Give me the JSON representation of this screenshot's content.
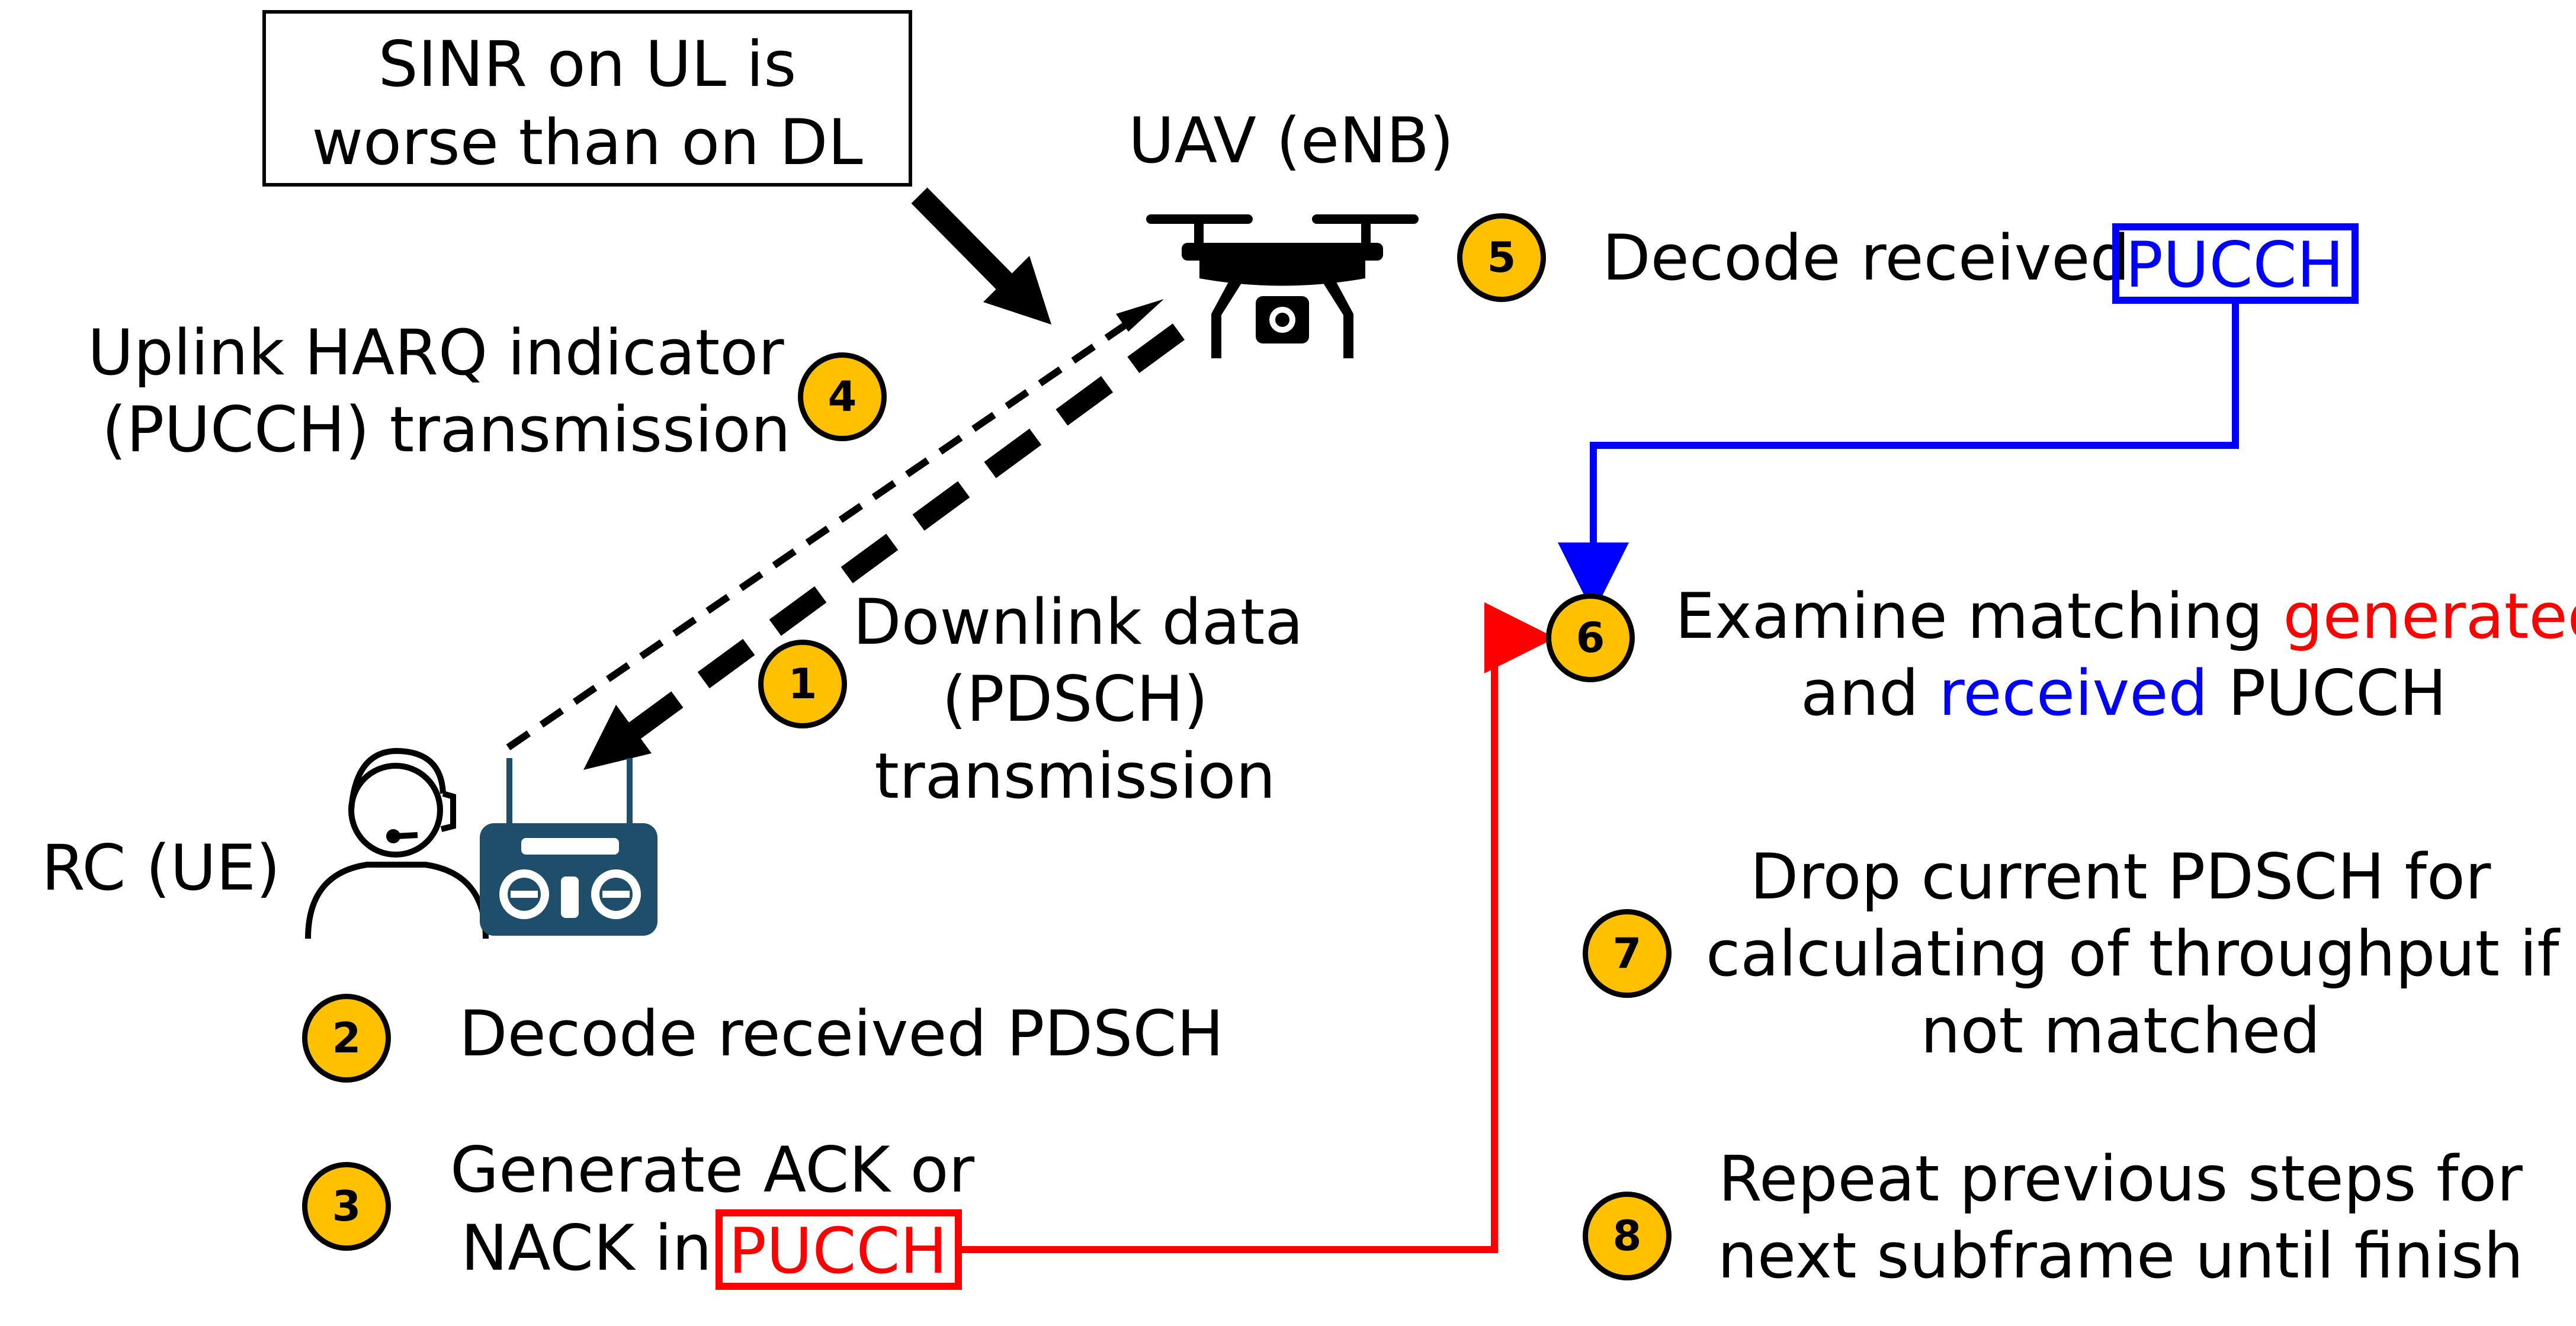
{
  "note": {
    "line1": "SINR on UL is",
    "line2": "worse than on DL"
  },
  "uav_label": "UAV (eNB)",
  "rc_label": "RC (UE)",
  "colors": {
    "badge": "#FFC000",
    "blue": "#0000FF",
    "red": "#FF0000",
    "controller": "#1F4E6B"
  },
  "steps": {
    "s1": {
      "num": "1",
      "line1": "Downlink data",
      "line2": "(PDSCH)",
      "line3": "transmission"
    },
    "s2": {
      "num": "2",
      "text": "Decode received PDSCH"
    },
    "s3": {
      "num": "3",
      "line1": "Generate ACK or",
      "line2_pre": "NACK in",
      "pucch": "PUCCH"
    },
    "s4": {
      "num": "4",
      "line1": "Uplink HARQ indicator",
      "line2": "(PUCCH) transmission"
    },
    "s5": {
      "num": "5",
      "pre": "Decode received",
      "pucch": "PUCCH"
    },
    "s6": {
      "num": "6",
      "line1_pre": "Examine matching",
      "line1_red": "generated",
      "line2_pre": "and",
      "line2_blue": "received",
      "line2_post": "PUCCH"
    },
    "s7": {
      "num": "7",
      "line1": "Drop current PDSCH for",
      "line2": "calculating of throughput if",
      "line3": "not matched"
    },
    "s8": {
      "num": "8",
      "line1": "Repeat previous steps for",
      "line2": "next subframe until finish"
    }
  },
  "icons": [
    "drone-icon",
    "operator-icon",
    "remote-controller-icon"
  ]
}
